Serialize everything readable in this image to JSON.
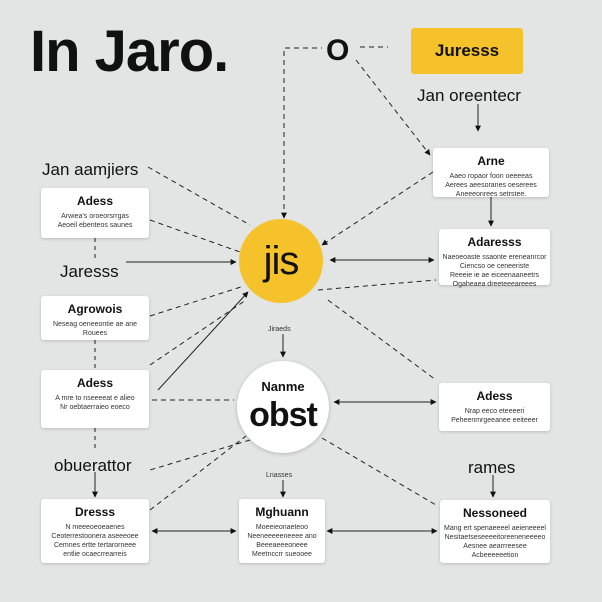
{
  "title": "In Jaro.",
  "top_mark": "O",
  "top_button": "Juresss",
  "labels": {
    "top_right": "Jan oreentecr",
    "left_top": "Jan aamjiers",
    "left_mid": "Jaresss",
    "left_low": "obuerattor",
    "right_low": "rames"
  },
  "center_js": "jis",
  "center_obst": {
    "small": "Nanme",
    "big": "obst"
  },
  "tiny_labels": {
    "under_js": "Jiraeds",
    "under_obst": "Lnasses"
  },
  "cards": {
    "l1": {
      "title": "Adess",
      "lines": [
        "Arwiea's oroeorsrrgas",
        "Aeoeil ebenteos saunes"
      ]
    },
    "l2": {
      "title": "Agrowois",
      "lines": [
        "Neseag oeneeontie ae ane",
        "Rouees"
      ]
    },
    "l3": {
      "title": "Adess",
      "lines": [
        "A mre to nseeeeat e alieo",
        "Nr oebtaerraieo eoeco"
      ]
    },
    "l4": {
      "title": "Dresss",
      "lines": [
        "N meeeoeoeaenes",
        "Ceoterrestoonera aseeeoee",
        "Cemnes ertte tertarorneee",
        "entlie ocaecrrearreis"
      ]
    },
    "r1": {
      "title": "Arne",
      "lines": [
        "Aaeo ropaor foon oeeeeas",
        "Aerees aeesoranes oeserees",
        "Aneeeonrees setrstee."
      ]
    },
    "r2": {
      "title": "Adaresss",
      "lines": [
        "Naeoeoaste ssaonte ereneanrcor",
        "Ciencso oe ceneeriste",
        "Reeeie ie ae eiceenaaneetrs",
        "Ogaheaea dreeteeeareees"
      ]
    },
    "r3": {
      "title": "Adess",
      "lines": [
        "Nrap eeco eteeeeri",
        "Peheenmrgeeanee eeiteeer"
      ]
    },
    "r4": {
      "title": "Nessoneed",
      "lines": [
        "Mang ert spenaeeeel aeieneeeel",
        "Nesitaetseseeeeitoreeneneeeeo",
        "Aesnee aearrreesee",
        "Acbeeeeeetion"
      ]
    },
    "m1": {
      "title": "Mghuann",
      "lines": [
        "Moeeieonaeteoo",
        "Neeneeeeeneeee ano",
        "Beeeaeeeoneee",
        "Meetnccrr sueooee"
      ]
    }
  }
}
